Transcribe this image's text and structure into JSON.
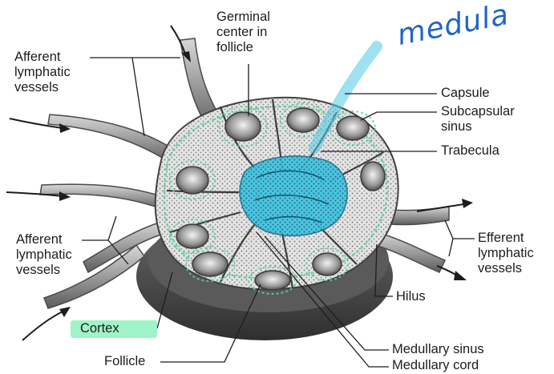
{
  "annotation": {
    "text": "medula",
    "color": "#1f66c8"
  },
  "highlight_colors": {
    "cortex_marker": "#7ff0b6",
    "medulla_marker": "#4ec8e6"
  },
  "labels": {
    "germinal_center": [
      "Germinal",
      "center in",
      "follicle"
    ],
    "afferent_top": [
      "Afferent",
      "lymphatic",
      "vessels"
    ],
    "capsule": "Capsule",
    "subcapsular_sinus": [
      "Subcapsular",
      "sinus"
    ],
    "trabecula": "Trabecula",
    "afferent_bottom": [
      "Afferent",
      "lymphatic",
      "vessels"
    ],
    "efferent": [
      "Efferent",
      "lymphatic",
      "vessels"
    ],
    "hilus": "Hilus",
    "cortex": "Cortex",
    "follicle": "Follicle",
    "medullary_sinus": "Medullary sinus",
    "medullary_cord": "Medullary cord"
  }
}
